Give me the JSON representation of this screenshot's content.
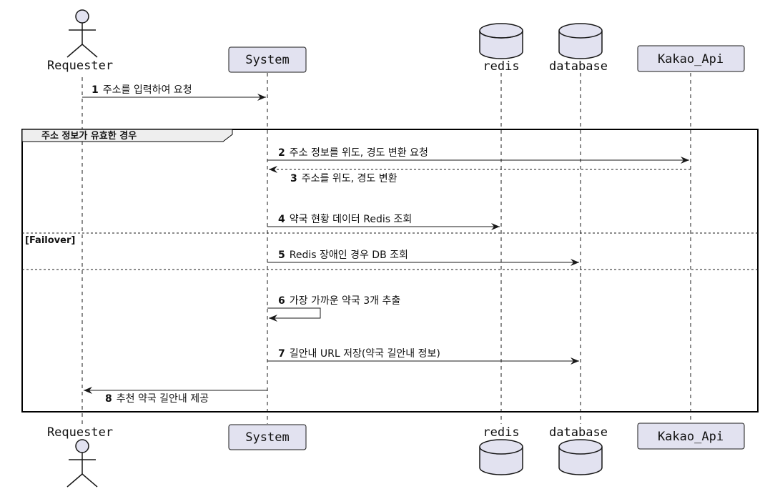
{
  "participants": [
    {
      "id": "requester",
      "label": "Requester",
      "kind": "actor"
    },
    {
      "id": "system",
      "label": "System",
      "kind": "participant"
    },
    {
      "id": "redis",
      "label": "redis",
      "kind": "database"
    },
    {
      "id": "database",
      "label": "database",
      "kind": "database"
    },
    {
      "id": "kakao",
      "label": "Kakao_Api",
      "kind": "participant"
    }
  ],
  "messages": [
    {
      "num": "1",
      "text": "주소를 입력하여 요청",
      "from": "requester",
      "to": "system",
      "style": "solid"
    },
    {
      "num": "2",
      "text": "주소 정보를 위도, 경도 변환 요청",
      "from": "system",
      "to": "kakao",
      "style": "solid"
    },
    {
      "num": "3",
      "text": "주소를 위도, 경도 변환",
      "from": "kakao",
      "to": "system",
      "style": "dashed"
    },
    {
      "num": "4",
      "text": "약국 현황 데이터 Redis 조회",
      "from": "system",
      "to": "redis",
      "style": "solid"
    },
    {
      "num": "5",
      "text": "Redis 장애인 경우 DB 조회",
      "from": "system",
      "to": "database",
      "style": "solid"
    },
    {
      "num": "6",
      "text": "가장 가까운 약국 3개 추출",
      "from": "system",
      "to": "system",
      "style": "self"
    },
    {
      "num": "7",
      "text": "길안내 URL 저장(약국 길안내 정보)",
      "from": "system",
      "to": "database",
      "style": "solid"
    },
    {
      "num": "8",
      "text": "추천 약국 길안내 제공",
      "from": "system",
      "to": "requester",
      "style": "solid"
    }
  ],
  "group": {
    "label": "주소 정보가 유효한 경우",
    "else_label": "[Failover]"
  },
  "colors": {
    "participant_fill": "#e2e2f0",
    "participant_stroke": "#181818",
    "lifeline": "#181818",
    "arrow": "#181818"
  }
}
